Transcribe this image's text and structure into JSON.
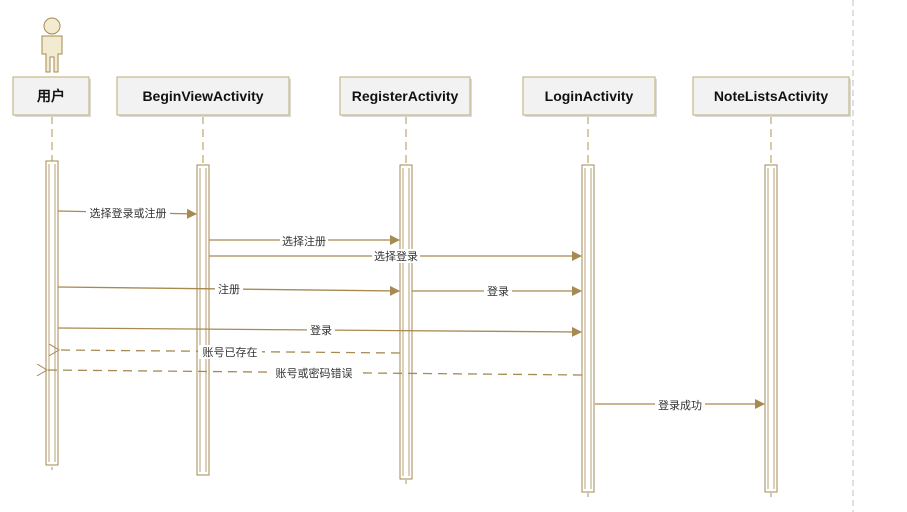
{
  "participants": [
    {
      "id": "user",
      "label": "用户"
    },
    {
      "id": "begin",
      "label": "BeginViewActivity"
    },
    {
      "id": "register",
      "label": "RegisterActivity"
    },
    {
      "id": "login",
      "label": "LoginActivity"
    },
    {
      "id": "notelists",
      "label": "NoteListsActivity"
    }
  ],
  "messages": [
    {
      "id": "m1",
      "label": "选择登录或注册"
    },
    {
      "id": "m2",
      "label": "选择注册"
    },
    {
      "id": "m3",
      "label": "选择登录"
    },
    {
      "id": "m4",
      "label": "注册"
    },
    {
      "id": "m5",
      "label": "登录"
    },
    {
      "id": "m6",
      "label": "登录"
    },
    {
      "id": "m7",
      "label": "账号已存在"
    },
    {
      "id": "m8",
      "label": "账号或密码错误"
    },
    {
      "id": "m9",
      "label": "登录成功"
    }
  ],
  "colors": {
    "line": "#A68A52",
    "box_fill": "#F2F2F2",
    "box_stroke": "#C9B88A",
    "actor_fill": "#F3EBCF"
  }
}
